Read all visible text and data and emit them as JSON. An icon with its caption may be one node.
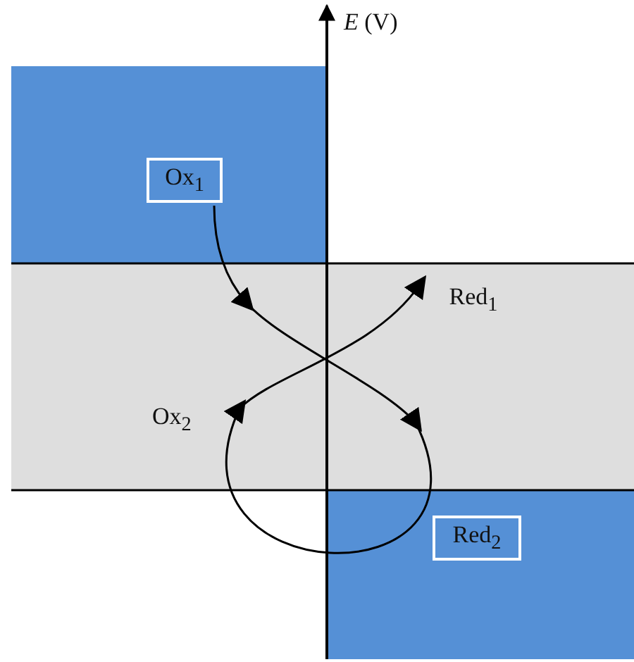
{
  "diagram": {
    "nodes": [
      {
        "text": [
          "Ox$_{1}$"
        ]
      },
      {
        "text": [
          "Red$_{1}$"
        ]
      },
      {
        "text": [
          "Red$_{2}$"
        ]
      }
    ],
    "edges": [
      {
        "from": 0,
        "to": 1,
        "arrow": "to"
      }
    ],
    "labels": [
      "*E* (V)",
      "Ox$_{2}$"
    ]
  }
}
